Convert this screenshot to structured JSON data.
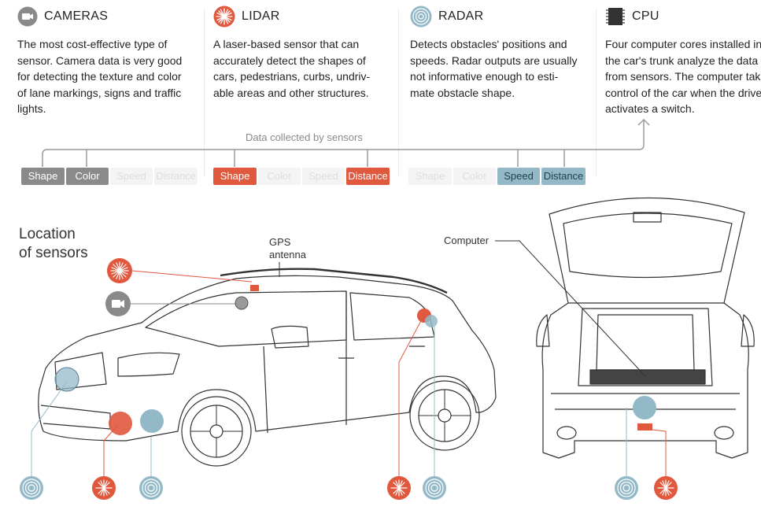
{
  "sensors": [
    {
      "title": "CAMERAS",
      "icon": "camera-icon",
      "description": [
        "The most cost-effective type of",
        "sensor. Camera data is very good",
        "for detecting the texture and color",
        "of lane markings, signs and traffic",
        "lights."
      ],
      "tags": [
        {
          "label": "Shape",
          "active": true
        },
        {
          "label": "Color",
          "active": true
        },
        {
          "label": "Speed",
          "active": false
        },
        {
          "label": "Distance",
          "active": false
        }
      ]
    },
    {
      "title": "LIDAR",
      "icon": "lidar-burst-icon",
      "description": [
        "A laser-based sensor that can",
        "accurately detect the shapes of",
        "cars, pedestrians, curbs, undriv-",
        "able areas and other structures."
      ],
      "tags": [
        {
          "label": "Shape",
          "active": true
        },
        {
          "label": "Color",
          "active": false
        },
        {
          "label": "Speed",
          "active": false
        },
        {
          "label": "Distance",
          "active": true
        }
      ]
    },
    {
      "title": "RADAR",
      "icon": "radar-rings-icon",
      "description": [
        "Detects obstacles' positions and",
        "speeds. Radar outputs are usually",
        "not informative enough to esti-",
        "mate obstacle shape."
      ],
      "tags": [
        {
          "label": "Shape",
          "active": false
        },
        {
          "label": "Color",
          "active": false
        },
        {
          "label": "Speed",
          "active": true
        },
        {
          "label": "Distance",
          "active": true
        }
      ]
    },
    {
      "title": "CPU",
      "icon": "cpu-chip-icon",
      "description": [
        "Four computer cores installed in",
        "the car's trunk analyze the data",
        "from sensors. The computer takes",
        "control of the car when the driver",
        "activates a switch."
      ]
    }
  ],
  "flow_label": "Data collected by sensors",
  "location_title": [
    "Location",
    "of sensors"
  ],
  "callouts": {
    "gps": [
      "GPS",
      "antenna"
    ],
    "computer": "Computer"
  },
  "colors": {
    "camera": "#8a8a8a",
    "lidar": "#e0583e",
    "radar": "#93b9c9",
    "line": "#9a9a9a"
  }
}
